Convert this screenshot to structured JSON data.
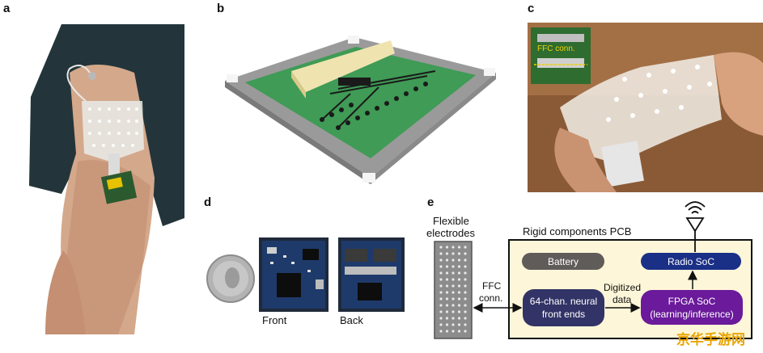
{
  "panels": {
    "a": {
      "label": "a"
    },
    "b": {
      "label": "b"
    },
    "c": {
      "label": "c",
      "inset_label": "FFC conn."
    },
    "d": {
      "label": "d",
      "front_label": "Front",
      "back_label": "Back"
    },
    "e": {
      "label": "e",
      "electrodes_label_line1": "Flexible",
      "electrodes_label_line2": "electrodes",
      "pcb_label": "Rigid components PCB",
      "ffc_line1": "FFC",
      "ffc_line2": "conn.",
      "battery": "Battery",
      "radio": "Radio SoC",
      "frontend_line1": "64-chan. neural",
      "frontend_line2": "front ends",
      "digitized_line1": "Digitized",
      "digitized_line2": "data",
      "fpga_line1": "FPGA SoC",
      "fpga_line2": "(learning/inference)"
    }
  },
  "watermark": "京华手游网",
  "colors": {
    "pcb_bg": "#fdf6d8",
    "battery_pill": "#5f5c5a",
    "radio_pill": "#1a2f86",
    "frontend_pill": "#323366",
    "fpga_pill": "#6a1a9a",
    "watermark": "#e9a400"
  },
  "icons": {
    "antenna": "antenna-icon",
    "wireless": "wifi-icon"
  }
}
